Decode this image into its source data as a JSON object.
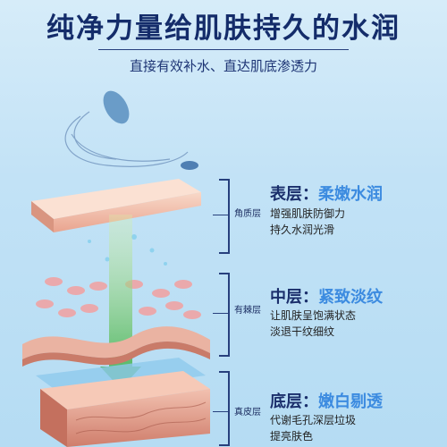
{
  "header": {
    "title": "纯净力量给肌肤持久的水润",
    "subtitle": "直接有效补水、直达肌底渗透力"
  },
  "layers": [
    {
      "label": "角质层",
      "title_main": "表层：",
      "title_accent": "柔嫩水润",
      "desc_1": "增强肌肤防御力",
      "desc_2": "持久水润光滑"
    },
    {
      "label": "有棘层",
      "title_main": "中层：",
      "title_accent": "紧致淡纹",
      "desc_1": "让肌肤呈饱满状态",
      "desc_2": "淡退干纹细纹"
    },
    {
      "label": "真皮层",
      "title_main": "底层：",
      "title_accent": "嫩白剔透",
      "desc_1": "代谢毛孔深层垃圾",
      "desc_2": "提亮肤色"
    }
  ],
  "colors": {
    "title": "#142c6a",
    "accent": "#3c8be0",
    "skin": "#f0b9a7",
    "arrow": "#6cc56a"
  }
}
